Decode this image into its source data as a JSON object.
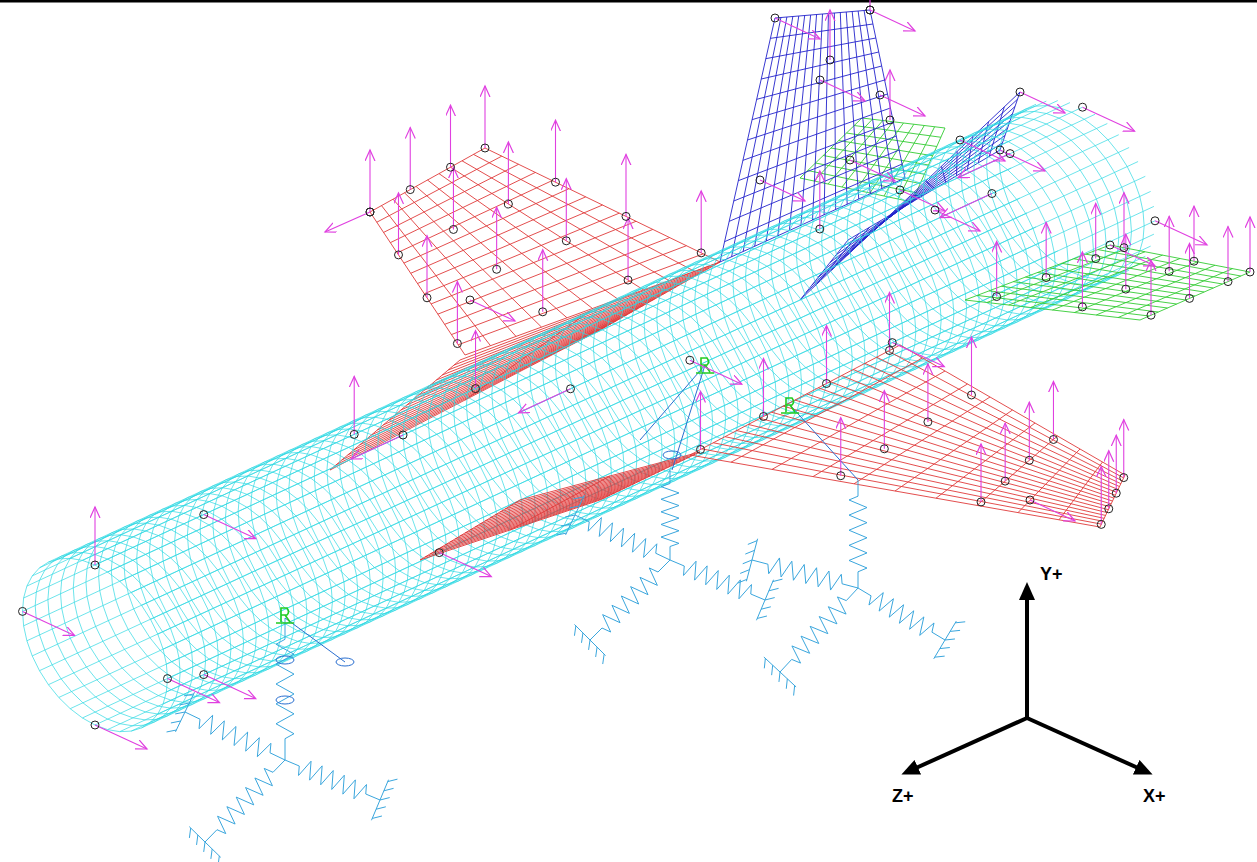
{
  "diagram": {
    "labels": [
      "Y+",
      "Z+",
      "X+"
    ]
  }
}
